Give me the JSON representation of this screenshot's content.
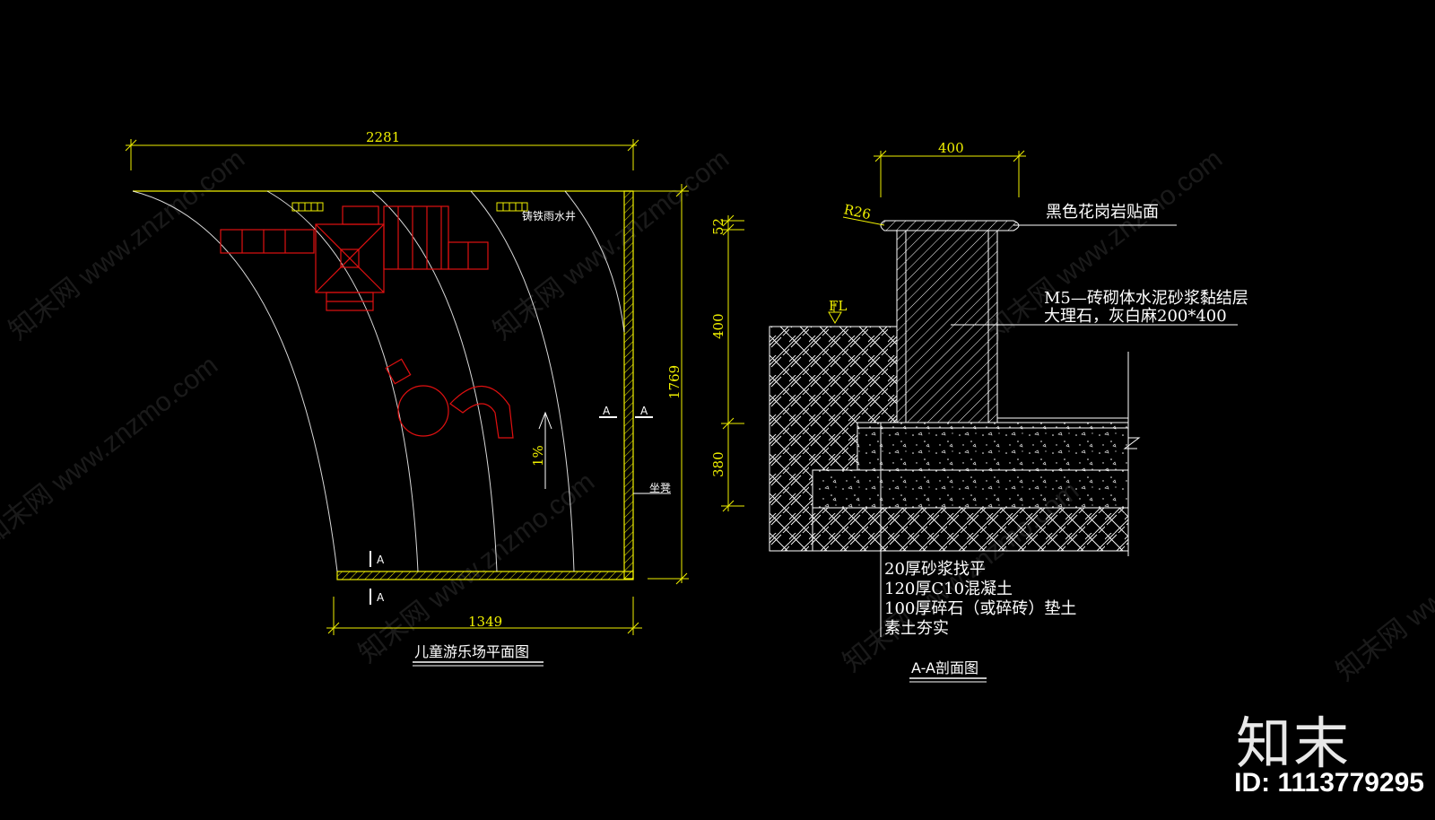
{
  "plan": {
    "dim_top": "2281",
    "dim_bottom": "1349",
    "dim_right": "1769",
    "label_drain": "铸铁雨水井",
    "label_slope": "1%",
    "label_bench": "坐凳",
    "section_a": "A",
    "title": "儿童游乐场平面图"
  },
  "section": {
    "dim_top": "400",
    "dim_left_1": "52",
    "dim_left_2": "400",
    "dim_left_3": "380",
    "radius": "R26",
    "fl": "FL",
    "note_top": "黑色花岗岩贴面",
    "note_mid_1": "M5—砖砌体水泥砂浆黏结层",
    "note_mid_2": "大理石，灰白麻200*400",
    "note_bottom": [
      "20厚砂浆找平",
      "120厚C10混凝土",
      "100厚碎石（或碎砖）垫土",
      "素土夯实"
    ],
    "title": "A-A剖面图"
  },
  "branding": {
    "watermark": "知末网 www.znzmo.com",
    "logo": "知末",
    "id": "ID: 1113779295"
  },
  "colors": {
    "background": "#000000",
    "dimension": "#f0f000",
    "equipment": "#e01010",
    "lines": "#ffffff"
  }
}
